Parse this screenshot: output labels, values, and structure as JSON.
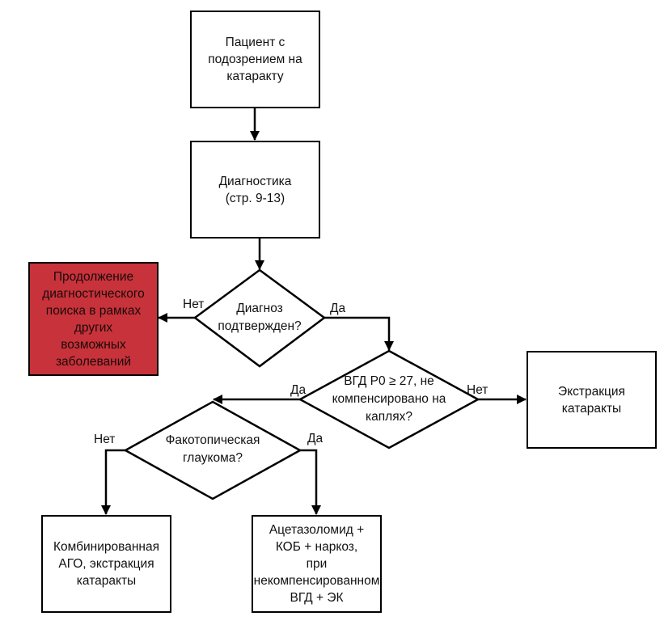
{
  "nodes": {
    "start": {
      "text": "Пациент с\nподозрением на\nкатаракту"
    },
    "diagnostics": {
      "text": "Диагностика\n(стр. 9-13)"
    },
    "diagnosis_confirmed": {
      "text": "Диагноз\nподтвержден?"
    },
    "continue_search": {
      "text": "Продолжение\nдиагностического\nпоиска в рамках\nдругих\nвозможных\nзаболеваний",
      "fill": "#c8323b"
    },
    "iop_check": {
      "text": "ВГД Р0 ≥ 27, не\nкомпенсировано на\nкаплях?"
    },
    "extraction": {
      "text": "Экстракция\nкатаракты"
    },
    "phacotopic": {
      "text": "Факотопическая\nглаукома?"
    },
    "combined": {
      "text": "Комбинированная\nАГО, экстракция\nкатаракты"
    },
    "acetazolamide": {
      "text": "Ацетазоломид +\nКОБ + наркоз,\nпри\nнекомпенсированном\nВГД + ЭК"
    }
  },
  "edge_labels": {
    "d1_no": "Нет",
    "d1_yes": "Да",
    "d2_yes": "Да",
    "d2_no": "Нет",
    "d3_no": "Нет",
    "d3_yes": "Да"
  },
  "edges": [
    {
      "from": "start",
      "to": "diagnostics",
      "label": ""
    },
    {
      "from": "diagnostics",
      "to": "diagnosis_confirmed",
      "label": ""
    },
    {
      "from": "diagnosis_confirmed",
      "to": "continue_search",
      "label": "Нет"
    },
    {
      "from": "diagnosis_confirmed",
      "to": "iop_check",
      "label": "Да"
    },
    {
      "from": "iop_check",
      "to": "phacotopic",
      "label": "Да"
    },
    {
      "from": "iop_check",
      "to": "extraction",
      "label": "Нет"
    },
    {
      "from": "phacotopic",
      "to": "combined",
      "label": "Нет"
    },
    {
      "from": "phacotopic",
      "to": "acetazolamide",
      "label": "Да"
    }
  ]
}
